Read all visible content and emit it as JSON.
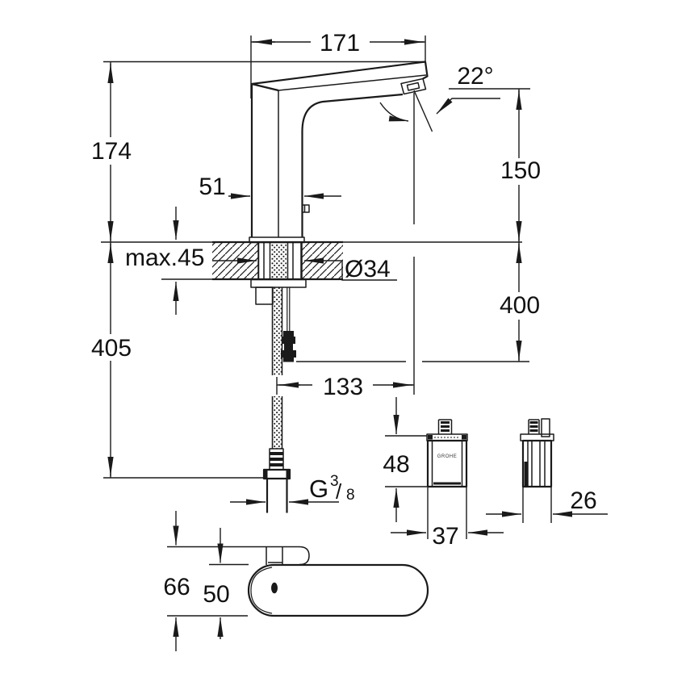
{
  "drawing": {
    "dims": {
      "spout_length": "171",
      "spray_angle": "22°",
      "height_above_deck": "174",
      "outlet_height": "150",
      "body_depth": "51",
      "deck_max_thickness": "max.45",
      "hole_diameter": "Ø34",
      "below_deck_height": "405",
      "hose_drop_below_deck": "400",
      "outlet_projection": "133",
      "control_box_height": "48",
      "control_box_width": "37",
      "control_box_depth": "26",
      "top_view_total_depth": "66",
      "top_view_body_depth": "50",
      "thread": {
        "prefix": "G",
        "numerator": "3",
        "slash": "/",
        "denominator": "8"
      }
    },
    "battery_box": {
      "brand_mark": "GROHE"
    }
  }
}
